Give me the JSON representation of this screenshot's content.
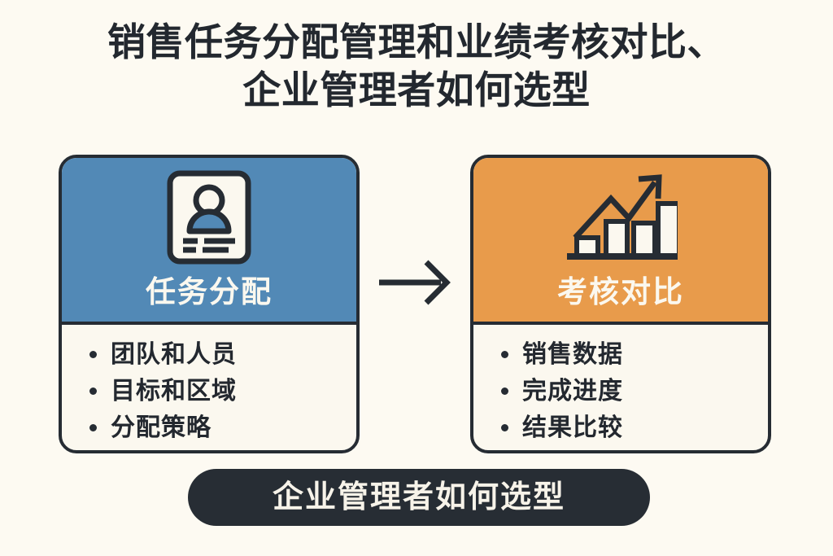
{
  "colors": {
    "background": "#fdfaf2",
    "ink": "#262c33",
    "cream": "#fbf8ef",
    "blue": "#5289b6",
    "orange": "#e89b4b"
  },
  "title": {
    "line1": "销售任务分配管理和业绩考核对比、",
    "line2": "企业管理者如何选型"
  },
  "cards": [
    {
      "id": "task-assignment",
      "header_title": "任务分配",
      "header_color": "#5289b6",
      "icon": "id-card-person-icon",
      "bullets": [
        "团队和人员",
        "目标和区域",
        "分配策略"
      ]
    },
    {
      "id": "performance-comparison",
      "header_title": "考核对比",
      "header_color": "#e89b4b",
      "icon": "bar-chart-growth-arrow-icon",
      "bullets": [
        "销售数据",
        "完成进度",
        "结果比较"
      ]
    }
  ],
  "connector": {
    "icon": "arrow-right-icon"
  },
  "footer_banner": {
    "text": "企业管理者如何选型"
  }
}
